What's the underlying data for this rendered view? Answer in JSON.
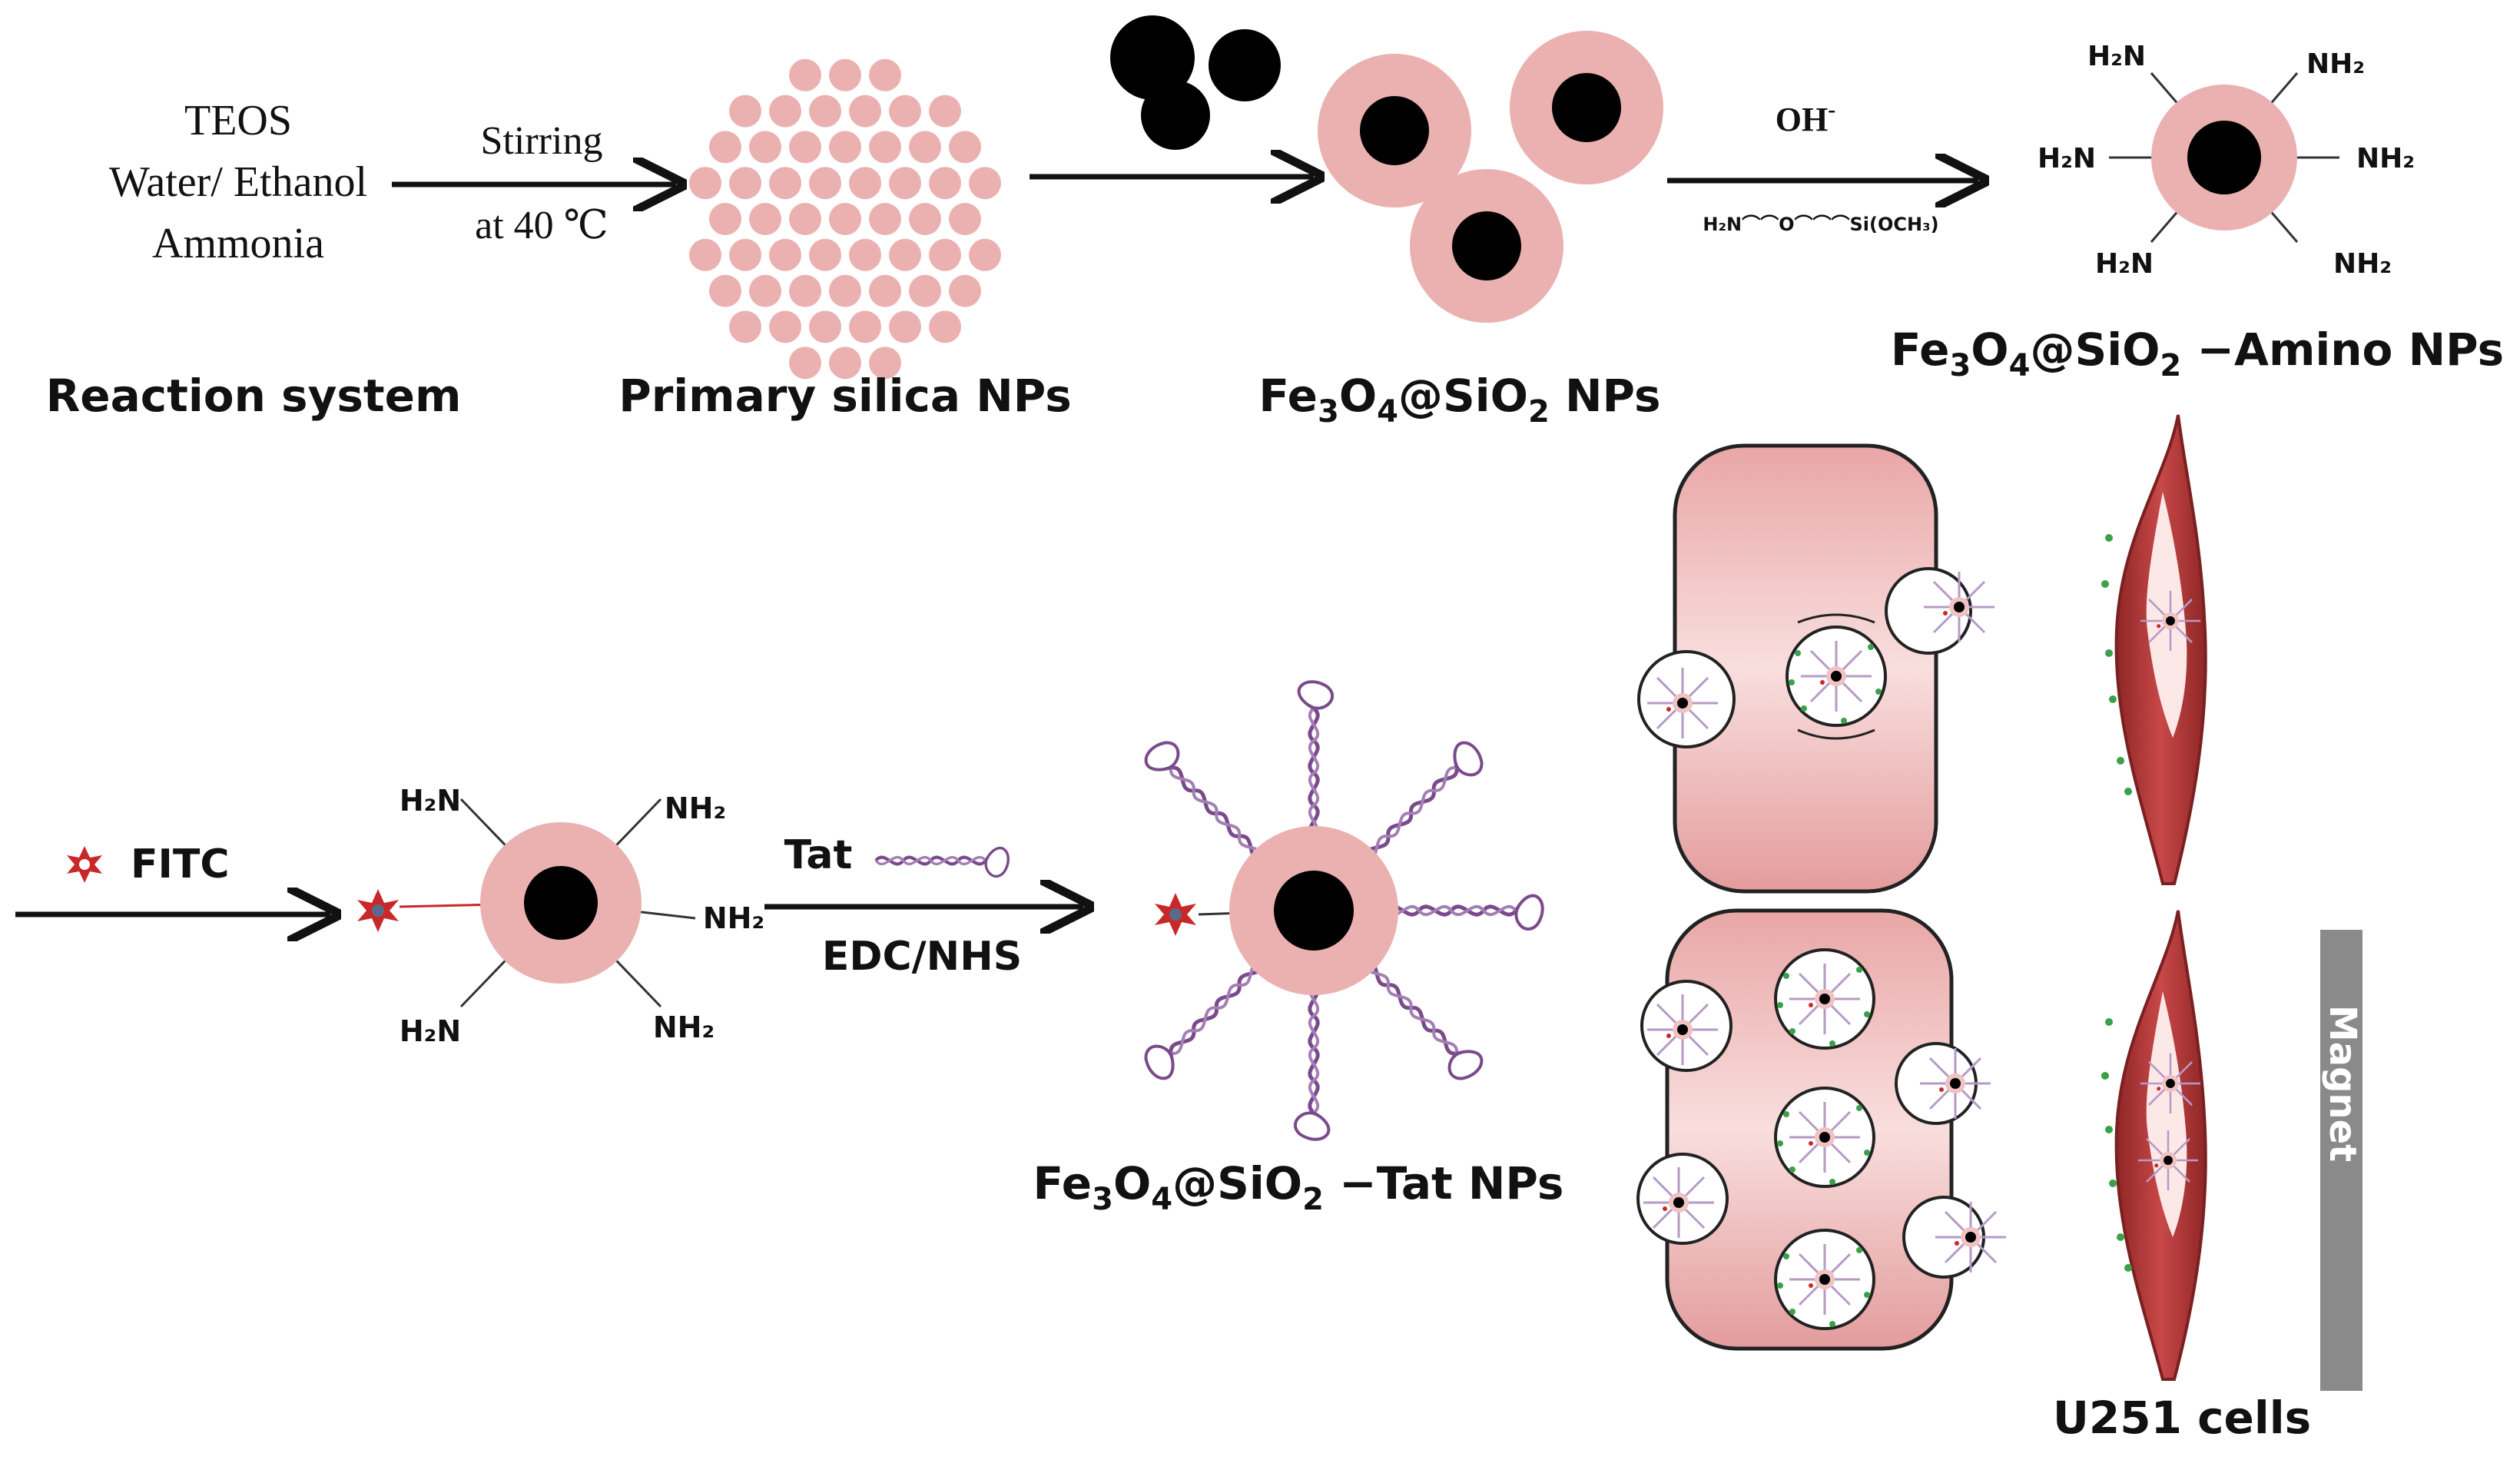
{
  "reaction": {
    "inputs": [
      "TEOS",
      "Water/ Ethanol",
      "Ammonia"
    ],
    "label": "Reaction system"
  },
  "step1": {
    "line1": "Stirring",
    "line2": "at 40 ℃"
  },
  "silica": {
    "label": "Primary silica NPs"
  },
  "core_shell": {
    "label_main": "Fe",
    "sub1": "3",
    "mid": "O",
    "sub2": "4",
    "mid2": "@SiO",
    "sub3": "2",
    "tail": " NPs"
  },
  "step3": {
    "reagent": "OH",
    "reagent_sup": "-",
    "silane": "H₂N⌒⌒O⌒⌒⌒Si(OCH₃)"
  },
  "amino": {
    "groups": [
      "H₂N",
      "NH₂",
      "H₂N",
      "NH₂",
      "H₂N",
      "NH₂"
    ],
    "tail": " −Amino NPs"
  },
  "fitc": {
    "label": "FITC"
  },
  "amino2": {
    "groups": [
      "H₂N",
      "NH₂",
      "NH₂",
      "H₂N",
      "NH₂"
    ]
  },
  "step5": {
    "top": "Tat",
    "bottom": "EDC/NHS"
  },
  "tat": {
    "tail": " −Tat NPs"
  },
  "magnet": {
    "label": "Magnet"
  },
  "cells": {
    "label": "U251 cells"
  },
  "colors": {
    "pink": "#ebb1b1",
    "pink_dark": "#d99696",
    "core": "#000000",
    "purple": "#7a4a8c",
    "fitc_red": "#c82828",
    "cell_red": "#b83a3a",
    "magnet_gray": "#8a8a8a",
    "green_dot": "#3aa04a"
  }
}
